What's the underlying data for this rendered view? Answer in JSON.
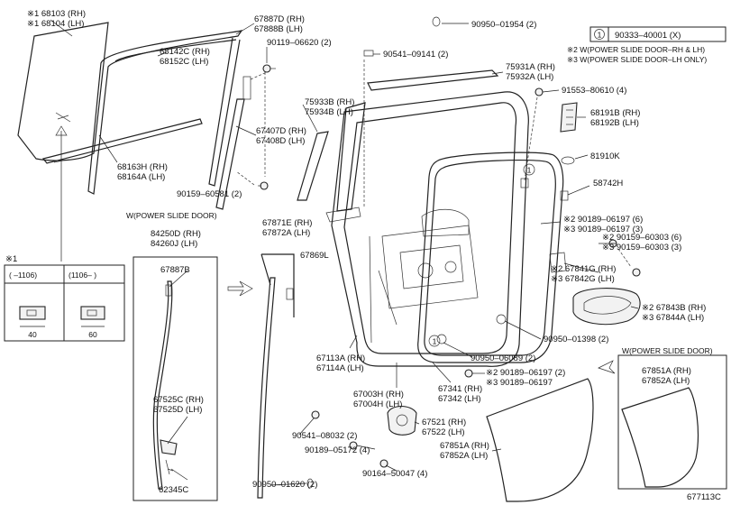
{
  "labels": [
    {
      "id": "p68103",
      "lines": [
        "※1 68103 (RH)",
        "※1 68104 (LH)"
      ]
    },
    {
      "id": "p67887d",
      "lines": [
        "67887D (RH)",
        "67888B (LH)"
      ]
    },
    {
      "id": "p90119",
      "lines": [
        "90119–06620 (2)"
      ]
    },
    {
      "id": "p68142c",
      "lines": [
        "68142C (RH)",
        "68152C (LH)"
      ]
    },
    {
      "id": "p68163h",
      "lines": [
        "68163H (RH)",
        "68164A (LH)"
      ]
    },
    {
      "id": "p67407d",
      "lines": [
        "67407D (RH)",
        "67408D (LH)"
      ]
    },
    {
      "id": "p90159a",
      "lines": [
        "90159–60581 (2)"
      ]
    },
    {
      "id": "p90950a",
      "lines": [
        "90950–01954 (2)"
      ]
    },
    {
      "id": "p90541a",
      "lines": [
        "90541–09141 (2)"
      ]
    },
    {
      "id": "p75931a",
      "lines": [
        "75931A (RH)",
        "75932A (LH)"
      ]
    },
    {
      "id": "p75933b",
      "lines": [
        "75933B (RH)",
        "75934B (LH)"
      ]
    },
    {
      "id": "p91553",
      "lines": [
        "91553–80610 (4)"
      ]
    },
    {
      "id": "p68191b",
      "lines": [
        "68191B (RH)",
        "68192B (LH)"
      ]
    },
    {
      "id": "p81910k",
      "lines": [
        "81910K"
      ]
    },
    {
      "id": "p58742h",
      "lines": [
        "58742H"
      ]
    },
    {
      "id": "p90189a",
      "lines": [
        "※2 90189–06197 (6)",
        "※3 90189–06197 (3)"
      ]
    },
    {
      "id": "p90159b",
      "lines": [
        "※2 90159–60303 (6)",
        "※3 90159–60303 (3)"
      ]
    },
    {
      "id": "p67841g",
      "lines": [
        "※2 67841G (RH)",
        "※3 67842G (LH)"
      ]
    },
    {
      "id": "p67843b",
      "lines": [
        "※2 67843B (RH)",
        "※3 67844A (LH)"
      ]
    },
    {
      "id": "p90950b",
      "lines": [
        "90950–01398 (2)"
      ]
    },
    {
      "id": "p90950c",
      "lines": [
        "90950–06089 (2)"
      ]
    },
    {
      "id": "p90189b",
      "lines": [
        "※2 90189–06197 (2)",
        "※3 90189–06197"
      ]
    },
    {
      "id": "p84250d",
      "lines": [
        "84250D (RH)",
        "84260J (LH)"
      ]
    },
    {
      "id": "p67871e",
      "lines": [
        "67871E (RH)",
        "67872A (LH)"
      ]
    },
    {
      "id": "p67869l",
      "lines": [
        "67869L"
      ]
    },
    {
      "id": "p67887b",
      "lines": [
        "67887B"
      ]
    },
    {
      "id": "p67113a",
      "lines": [
        "67113A (RH)",
        "67114A (LH)"
      ]
    },
    {
      "id": "p67003h",
      "lines": [
        "67003H (RH)",
        "67004H (LH)"
      ]
    },
    {
      "id": "p67341",
      "lines": [
        "67341 (RH)",
        "67342 (LH)"
      ]
    },
    {
      "id": "p67525c",
      "lines": [
        "67525C (RH)",
        "67525D (LH)"
      ]
    },
    {
      "id": "p62345c",
      "lines": [
        "62345C"
      ]
    },
    {
      "id": "p90541b",
      "lines": [
        "90541–08032 (2)"
      ]
    },
    {
      "id": "p67521",
      "lines": [
        "67521 (RH)",
        "67522 (LH)"
      ]
    },
    {
      "id": "p90189c",
      "lines": [
        "90189–05172 (4)"
      ]
    },
    {
      "id": "p67851a",
      "lines": [
        "67851A (RH)",
        "67852A (LH)"
      ]
    },
    {
      "id": "p90164",
      "lines": [
        "90164–50047 (4)"
      ]
    },
    {
      "id": "p90950d",
      "lines": [
        "90950–01620 (2)"
      ]
    },
    {
      "id": "p67851b",
      "lines": [
        "67851A (RH)",
        "67852A (LH)"
      ]
    }
  ],
  "legend": {
    "circle_num": "1",
    "part": "90333–40001 (X)",
    "notes": [
      "※2 W(POWER SLIDE DOOR–RH & LH)",
      "※3 W(POWER SLIDE DOOR–LH ONLY)"
    ]
  },
  "note1": {
    "mark": "※1",
    "col1": "(      –1106)",
    "col2": "(1106–      )",
    "val1": "40",
    "val2": "60"
  },
  "inset_titles": {
    "left": "W(POWER SLIDE DOOR)",
    "right": "W(POWER SLIDE DOOR)"
  },
  "circle_markers": [
    "1",
    "1"
  ],
  "diagram_id": "677113C"
}
